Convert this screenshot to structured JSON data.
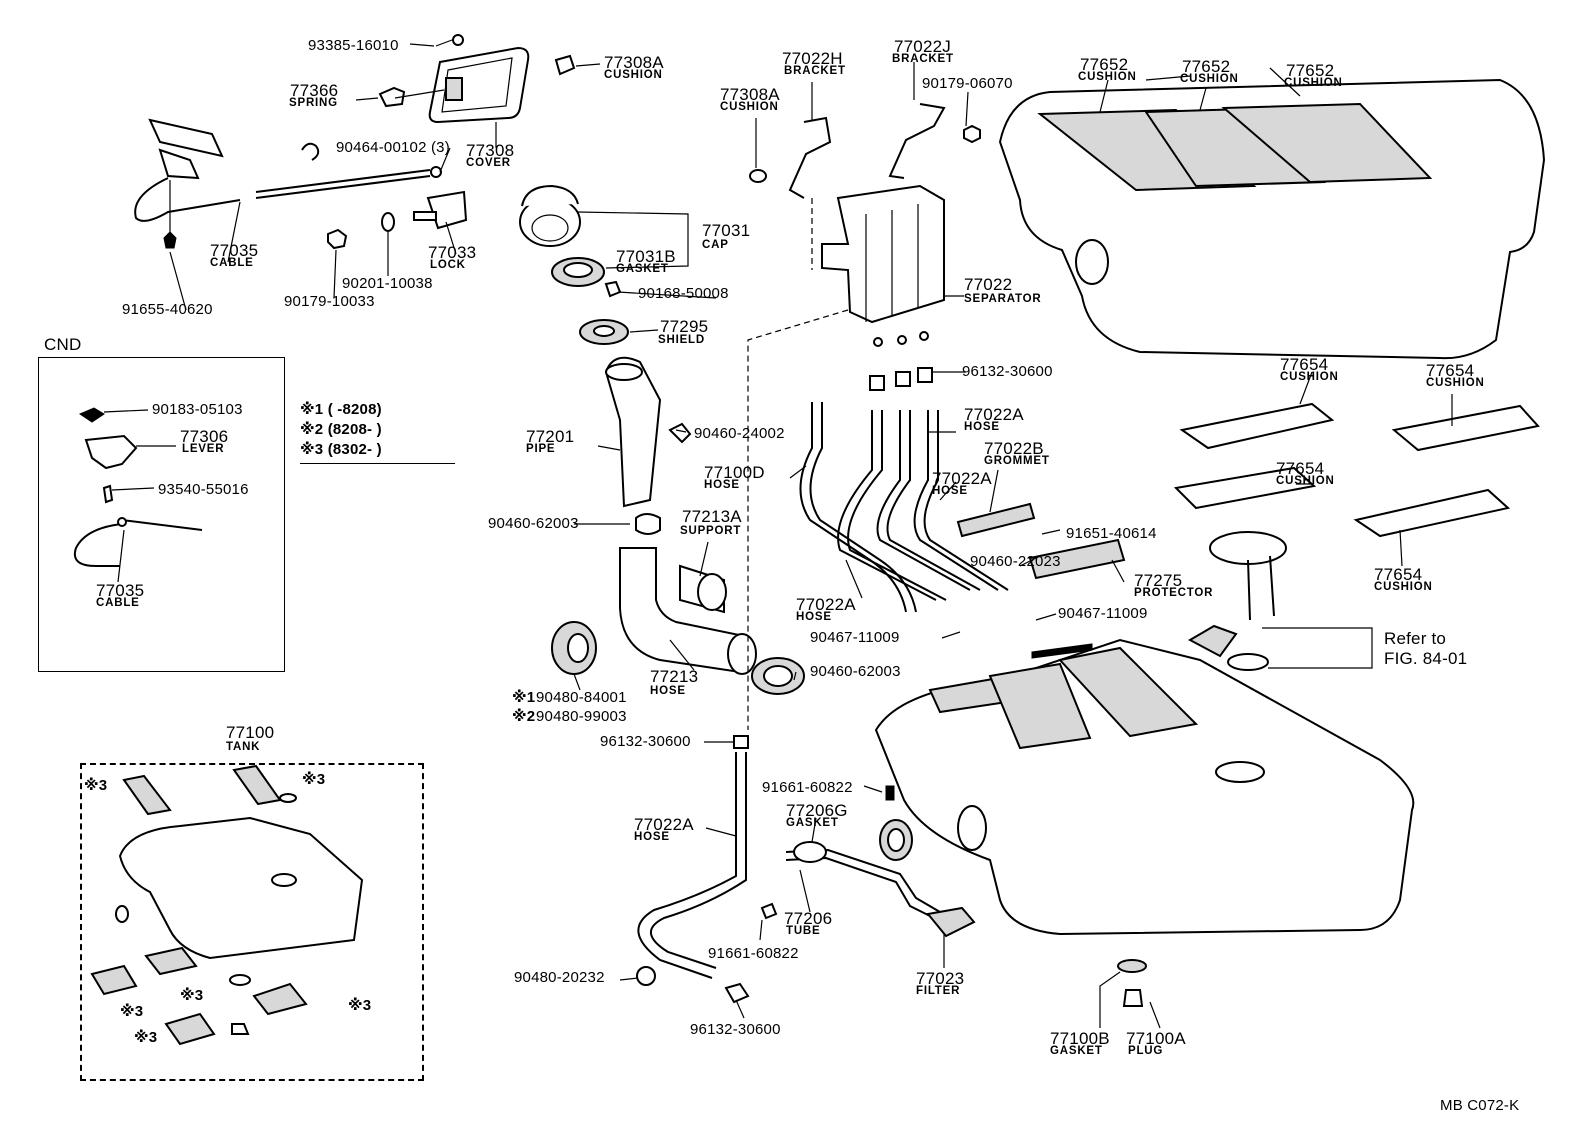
{
  "parts": {
    "p93385": {
      "number": "93385-16010"
    },
    "p77366": {
      "number": "77366",
      "name": "SPRING"
    },
    "p77308": {
      "number": "77308",
      "name": "COVER"
    },
    "p77308A_top": {
      "number": "77308A",
      "name": "CUSHION"
    },
    "p90464": {
      "number": "90464-00102 (3)"
    },
    "p77035_top": {
      "number": "77035",
      "name": "CABLE"
    },
    "p77033": {
      "number": "77033",
      "name": "LOCK"
    },
    "p91655": {
      "number": "91655-40620"
    },
    "p90179_10033": {
      "number": "90179-10033"
    },
    "p90201": {
      "number": "90201-10038"
    },
    "p77022H": {
      "number": "77022H",
      "name": "BRACKET"
    },
    "p77022J": {
      "number": "77022J",
      "name": "BRACKET"
    },
    "p90179_06070": {
      "number": "90179-06070"
    },
    "p77308A_mid": {
      "number": "77308A",
      "name": "CUSHION"
    },
    "p77031": {
      "number": "77031",
      "name": "CAP"
    },
    "p77031B": {
      "number": "77031B",
      "name": "GASKET"
    },
    "p90168": {
      "number": "90168-50008"
    },
    "p77295": {
      "number": "77295",
      "name": "SHIELD"
    },
    "p77022": {
      "number": "77022",
      "name": "SEPARATOR"
    },
    "p96132_a": {
      "number": "96132-30600"
    },
    "p77652_1": {
      "number": "77652",
      "name": "CUSHION"
    },
    "p77652_2": {
      "number": "77652",
      "name": "CUSHION"
    },
    "p77652_3": {
      "number": "77652",
      "name": "CUSHION"
    },
    "p77654_1": {
      "number": "77654",
      "name": "CUSHION"
    },
    "p77654_2": {
      "number": "77654",
      "name": "CUSHION"
    },
    "p77654_3": {
      "number": "77654",
      "name": "CUSHION"
    },
    "p77654_4": {
      "number": "77654",
      "name": "CUSHION"
    },
    "p90183": {
      "number": "90183-05103"
    },
    "p77306": {
      "number": "77306",
      "name": "LEVER"
    },
    "p93540": {
      "number": "93540-55016"
    },
    "p77035_cnd": {
      "number": "77035",
      "name": "CABLE"
    },
    "p77201": {
      "number": "77201",
      "name": "PIPE"
    },
    "p90460_24002": {
      "number": "90460-24002"
    },
    "p77100D": {
      "number": "77100D",
      "name": "HOSE"
    },
    "p77022A_1": {
      "number": "77022A",
      "name": "HOSE"
    },
    "p77022B": {
      "number": "77022B",
      "name": "GROMMET"
    },
    "p77022A_2": {
      "number": "77022A",
      "name": "HOSE"
    },
    "p90460_62003_a": {
      "number": "90460-62003"
    },
    "p77213A": {
      "number": "77213A",
      "name": "SUPPORT"
    },
    "p91651": {
      "number": "91651-40614"
    },
    "p90460_22023": {
      "number": "90460-22023"
    },
    "p77275": {
      "number": "77275",
      "name": "PROTECTOR"
    },
    "p77022A_3": {
      "number": "77022A",
      "name": "HOSE"
    },
    "p90467_a": {
      "number": "90467-11009"
    },
    "p90467_b": {
      "number": "90467-11009"
    },
    "p77213": {
      "number": "77213",
      "name": "HOSE"
    },
    "p90460_62003_b": {
      "number": "90460-62003"
    },
    "p90480_84001": {
      "number": "90480-84001"
    },
    "p90480_99003": {
      "number": "90480-99003"
    },
    "p96132_b": {
      "number": "96132-30600"
    },
    "p77100": {
      "number": "77100",
      "name": "TANK"
    },
    "p91661_a": {
      "number": "91661-60822"
    },
    "p77206G": {
      "number": "77206G",
      "name": "GASKET"
    },
    "p77022A_4": {
      "number": "77022A",
      "name": "HOSE"
    },
    "p77206": {
      "number": "77206",
      "name": "TUBE"
    },
    "p91661_b": {
      "number": "91661-60822"
    },
    "p77023": {
      "number": "77023",
      "name": "FILTER"
    },
    "p90480_20232": {
      "number": "90480-20232"
    },
    "p96132_c": {
      "number": "96132-30600"
    },
    "p77100B": {
      "number": "77100B",
      "name": "GASKET"
    },
    "p77100A": {
      "number": "77100A",
      "name": "PLUG"
    }
  },
  "cnd_label": "CND",
  "notes": {
    "n1": "※1 (      -8208)",
    "n2": "※2 (8208-        )",
    "n3": "※3 (8302-        )"
  },
  "marks": {
    "m1": "※1",
    "m2": "※2",
    "m3": "※3"
  },
  "refer": {
    "line1": "Refer to",
    "line2": "FIG. 84-01"
  },
  "footer": "MB C072-K"
}
